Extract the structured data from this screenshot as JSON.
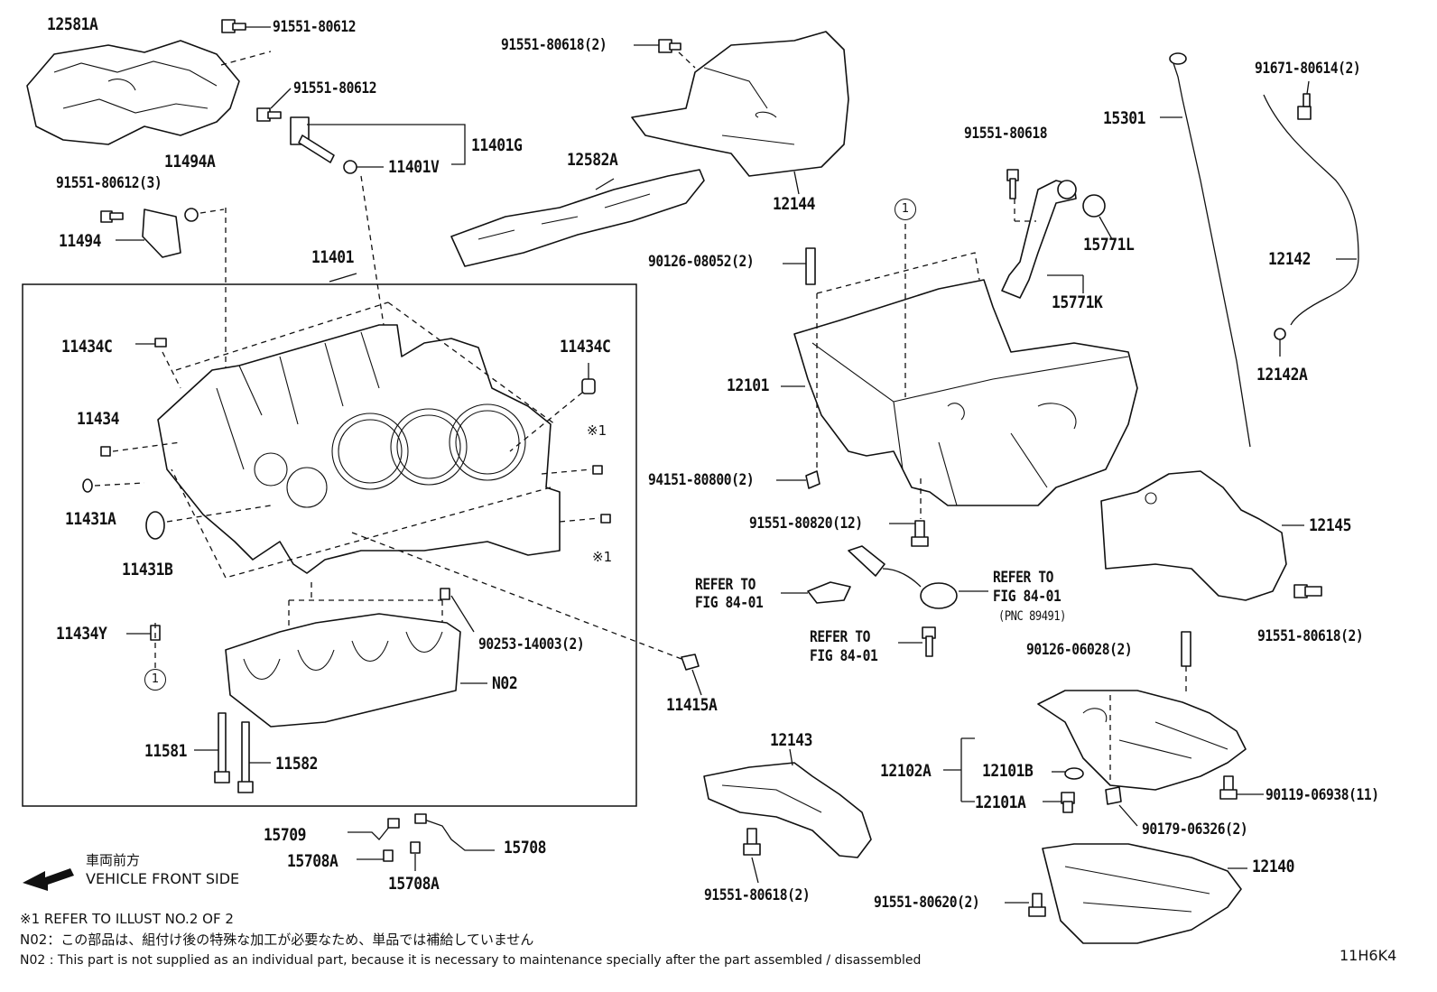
{
  "diagram_code": "11H6K4",
  "front_side": {
    "jp": "車両前方",
    "en": "VEHICLE FRONT SIDE"
  },
  "notes": {
    "note1": "※1 REFER TO ILLUST NO.2 OF 2",
    "note2_jp": "N02：この部品は、組付け後の特殊な加工が必要なため、単品では補給していません",
    "note2_en": "N02 : This part is not supplied as an individual part, because it is necessary to maintenance specially after the part assembled / disassembled"
  },
  "refer": {
    "a": "REFER TO",
    "a2": "FIG 84-01",
    "b": "REFER TO",
    "b2": "FIG 84-01",
    "b3": "(PNC 89491)",
    "c": "REFER TO",
    "c2": "FIG 84-01"
  },
  "marks": {
    "ref1": "①",
    "star1a": "※1",
    "star1b": "※1"
  },
  "labels": {
    "p12581A": "12581A",
    "p91551_80612_a": "91551-80612",
    "p91551_80612_b": "91551-80612",
    "p91551_80618_2_top": "91551-80618(2)",
    "p11401G": "11401G",
    "p11401V": "11401V",
    "p11494A": "11494A",
    "p91551_80612_3": "91551-80612(3)",
    "p11494": "11494",
    "p12582A": "12582A",
    "p12144": "12144",
    "p11401": "11401",
    "p11434C_l": "11434C",
    "p11434C_r": "11434C",
    "p11434": "11434",
    "p11431A": "11431A",
    "p11431B": "11431B",
    "p11434Y": "11434Y",
    "p90253_14003_2": "90253-14003(2)",
    "pN02": "N02",
    "p11581": "11581",
    "p11582": "11582",
    "p11415A": "11415A",
    "p15709": "15709",
    "p15708A_a": "15708A",
    "p15708A_b": "15708A",
    "p15708": "15708",
    "p91551_80618": "91551-80618",
    "p15771L": "15771L",
    "p15771K": "15771K",
    "p90126_08052_2": "90126-08052(2)",
    "p12101": "12101",
    "p94151_80800_2": "94151-80800(2)",
    "p91551_80820_12": "91551-80820(12)",
    "p15301": "15301",
    "p91671_80614_2": "91671-80614(2)",
    "p12142": "12142",
    "p12142A": "12142A",
    "p12145": "12145",
    "p91551_80618_2_r": "91551-80618(2)",
    "p90126_06028_2": "90126-06028(2)",
    "p12143": "12143",
    "p12102A": "12102A",
    "p12101B": "12101B",
    "p12101A": "12101A",
    "p90119_06938_11": "90119-06938(11)",
    "p90179_06326_2": "90179-06326(2)",
    "p12140": "12140",
    "p91551_80618_2_b": "91551-80618(2)",
    "p91551_80620_2": "91551-80620(2)"
  }
}
